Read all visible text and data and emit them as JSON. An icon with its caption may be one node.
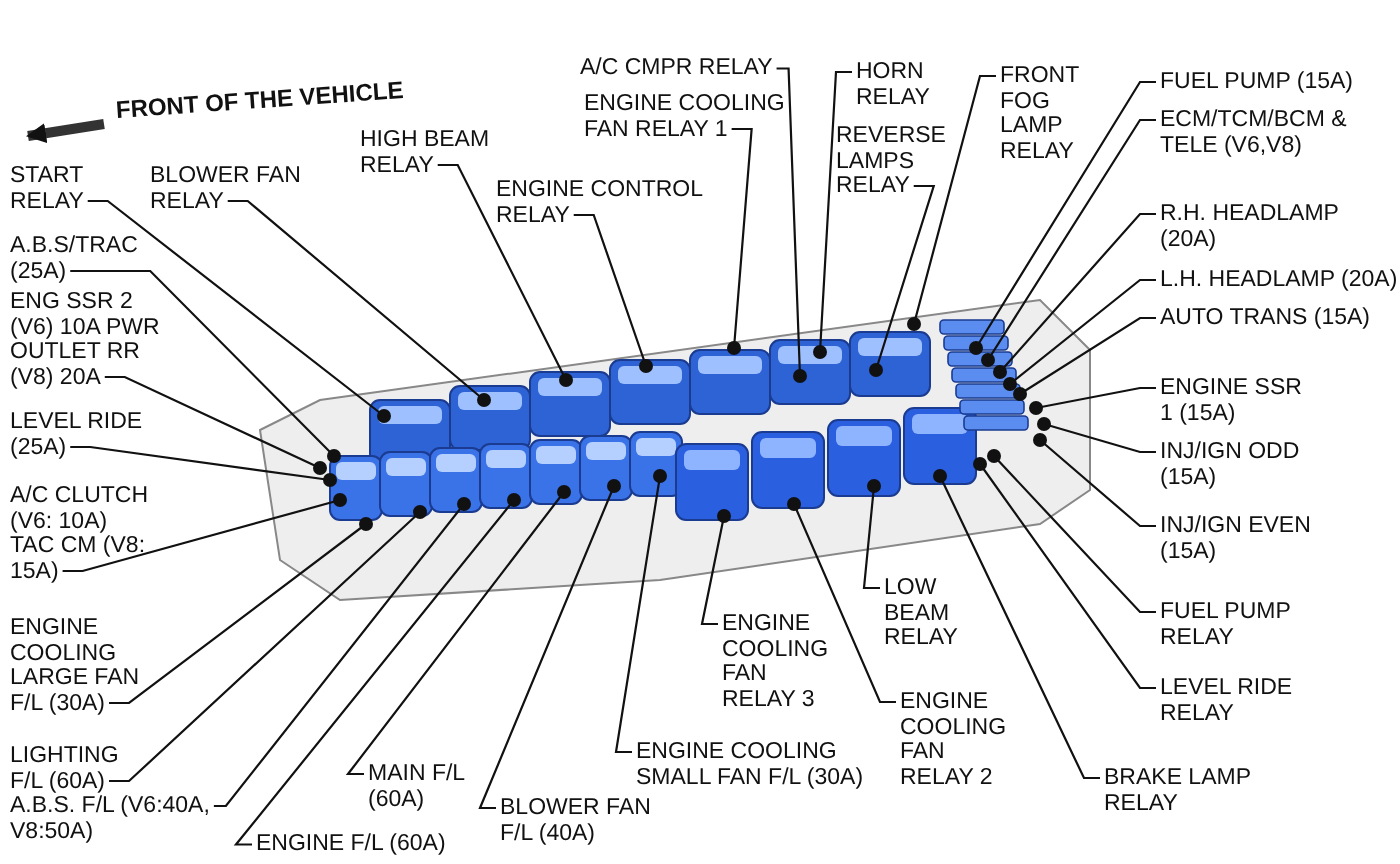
{
  "diagram": {
    "nodes": [
      {
        "text": [
          "START RELAY"
        ]
      },
      {
        "text": [
          "BLOWER FAN RELAY"
        ]
      },
      {
        "text": [
          "HIGH BEAM RELAY"
        ]
      },
      {
        "text": [
          "ENGINE CONTROL RELAY"
        ]
      },
      {
        "text": [
          "A/C CMPR RELAY"
        ]
      },
      {
        "text": [
          "ENGINE COOLING FAN RELAY 1"
        ]
      },
      {
        "text": [
          "HORN RELAY"
        ]
      },
      {
        "text": [
          "REVERSE LAMPS RELAY"
        ]
      },
      {
        "text": [
          "FRONT FOG LAMP RELAY"
        ]
      },
      {
        "text": [
          "FUEL PUMP (15A)"
        ]
      },
      {
        "text": [
          "ECM/TCM/BCM & TELE (V6,V8)"
        ]
      },
      {
        "text": [
          "R.H. HEADLAMP (20A)"
        ]
      },
      {
        "text": [
          "L.H. HEADLAMP (20A)"
        ]
      },
      {
        "text": [
          "AUTO TRANS (15A)"
        ]
      },
      {
        "text": [
          "ENGINE SSR 1 (15A)"
        ]
      },
      {
        "text": [
          "INJ/IGN ODD (15A)"
        ]
      },
      {
        "text": [
          "INJ/IGN EVEN (15A)"
        ]
      },
      {
        "text": [
          "FUEL PUMP RELAY"
        ]
      },
      {
        "text": [
          "LEVEL RIDE RELAY"
        ]
      },
      {
        "text": [
          "BRAKE LAMP RELAY"
        ]
      },
      {
        "text": [
          "ENGINE COOLING FAN RELAY 2"
        ]
      },
      {
        "text": [
          "LOW BEAM RELAY"
        ]
      },
      {
        "text": [
          "ENGINE COOLING FAN RELAY 3"
        ]
      },
      {
        "text": [
          "ENGINE COOLING SMALL FAN F/L (30A)"
        ]
      },
      {
        "text": [
          "BLOWER FAN F/L (40A)"
        ]
      },
      {
        "text": [
          "MAIN F/L (60A)"
        ]
      },
      {
        "text": [
          "ENGINE F/L (60A)"
        ]
      },
      {
        "text": [
          "A.B.S. F/L (V6:40A, V8:50A)"
        ]
      },
      {
        "text": [
          "LIGHTING F/L (60A)"
        ]
      },
      {
        "text": [
          "ENGINE COOLING LARGE FAN F/L (30A)"
        ]
      },
      {
        "text": [
          "A/C CLUTCH (V6: 10A) TAC CM (V8: 15A)"
        ]
      },
      {
        "text": [
          "LEVEL RIDE (25A)"
        ]
      },
      {
        "text": [
          "ENG SSR 2 (V6) 10A PWR OUTLET RR (V8) 20A"
        ]
      },
      {
        "text": [
          "A.B.S/TRAC (25A)"
        ]
      }
    ],
    "edges": [
      {
        "from": 0,
        "to": null,
        "arrow": "other"
      },
      {
        "from": 1,
        "to": null,
        "arrow": "other"
      },
      {
        "from": 2,
        "to": null,
        "arrow": "other"
      },
      {
        "from": 3,
        "to": null,
        "arrow": "other"
      },
      {
        "from": 4,
        "to": null,
        "arrow": "other"
      },
      {
        "from": 5,
        "to": null,
        "arrow": "other"
      },
      {
        "from": 6,
        "to": null,
        "arrow": "other"
      },
      {
        "from": 7,
        "to": null,
        "arrow": "other"
      },
      {
        "from": 8,
        "to": null,
        "arrow": "other"
      },
      {
        "from": 9,
        "to": null,
        "arrow": "other"
      },
      {
        "from": 10,
        "to": null,
        "arrow": "other"
      },
      {
        "from": 11,
        "to": null,
        "arrow": "other"
      },
      {
        "from": 12,
        "to": null,
        "arrow": "other"
      },
      {
        "from": 13,
        "to": null,
        "arrow": "other"
      },
      {
        "from": 14,
        "to": null,
        "arrow": "other"
      },
      {
        "from": 15,
        "to": null,
        "arrow": "other"
      },
      {
        "from": 16,
        "to": null,
        "arrow": "other"
      },
      {
        "from": 17,
        "to": null,
        "arrow": "other"
      },
      {
        "from": 18,
        "to": null,
        "arrow": "other"
      },
      {
        "from": 19,
        "to": null,
        "arrow": "other"
      },
      {
        "from": 20,
        "to": null,
        "arrow": "other"
      },
      {
        "from": 21,
        "to": null,
        "arrow": "other"
      },
      {
        "from": 22,
        "to": null,
        "arrow": "other"
      },
      {
        "from": 23,
        "to": null,
        "arrow": "other"
      },
      {
        "from": 24,
        "to": null,
        "arrow": "other"
      },
      {
        "from": 25,
        "to": null,
        "arrow": "other"
      },
      {
        "from": 26,
        "to": null,
        "arrow": "other"
      },
      {
        "from": 27,
        "to": null,
        "arrow": "other"
      },
      {
        "from": 28,
        "to": null,
        "arrow": "other"
      },
      {
        "from": 29,
        "to": null,
        "arrow": "other"
      },
      {
        "from": 30,
        "to": null,
        "arrow": "other"
      },
      {
        "from": 31,
        "to": null,
        "arrow": "other"
      },
      {
        "from": 32,
        "to": null,
        "arrow": "other"
      },
      {
        "from": 33,
        "to": null,
        "arrow": "other"
      }
    ],
    "labels": [
      "FRONT OF THE VEHICLE"
    ]
  }
}
